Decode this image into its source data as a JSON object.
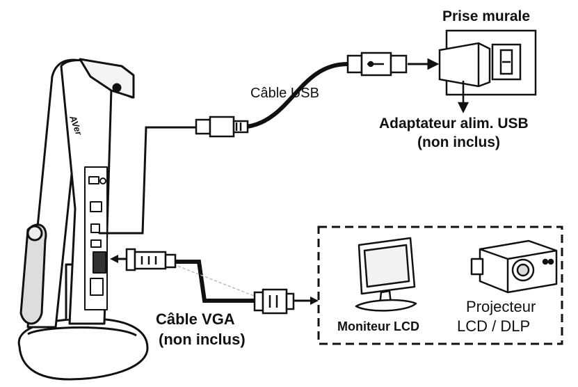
{
  "labels": {
    "wall_outlet": "Prise murale",
    "usb_cable": "Câble USB",
    "usb_adapter_line1": "Adaptateur alim. USB",
    "usb_adapter_line2": "(non inclus)",
    "vga_cable_line1": "Câble VGA",
    "vga_cable_line2": "(non inclus)",
    "lcd_monitor": "Moniteur LCD",
    "projector_line1": "Projecteur",
    "projector_line2": "LCD / DLP",
    "brand": "AVer"
  },
  "icons": [
    "document-camera",
    "usb-plug-icon",
    "mini-usb-plug-icon",
    "power-adapter-icon",
    "wall-socket-icon",
    "vga-connector-icon",
    "lcd-monitor-icon",
    "projector-icon"
  ],
  "colors": {
    "line": "#111111",
    "fill": "#ffffff",
    "gray": "#cccccc"
  }
}
